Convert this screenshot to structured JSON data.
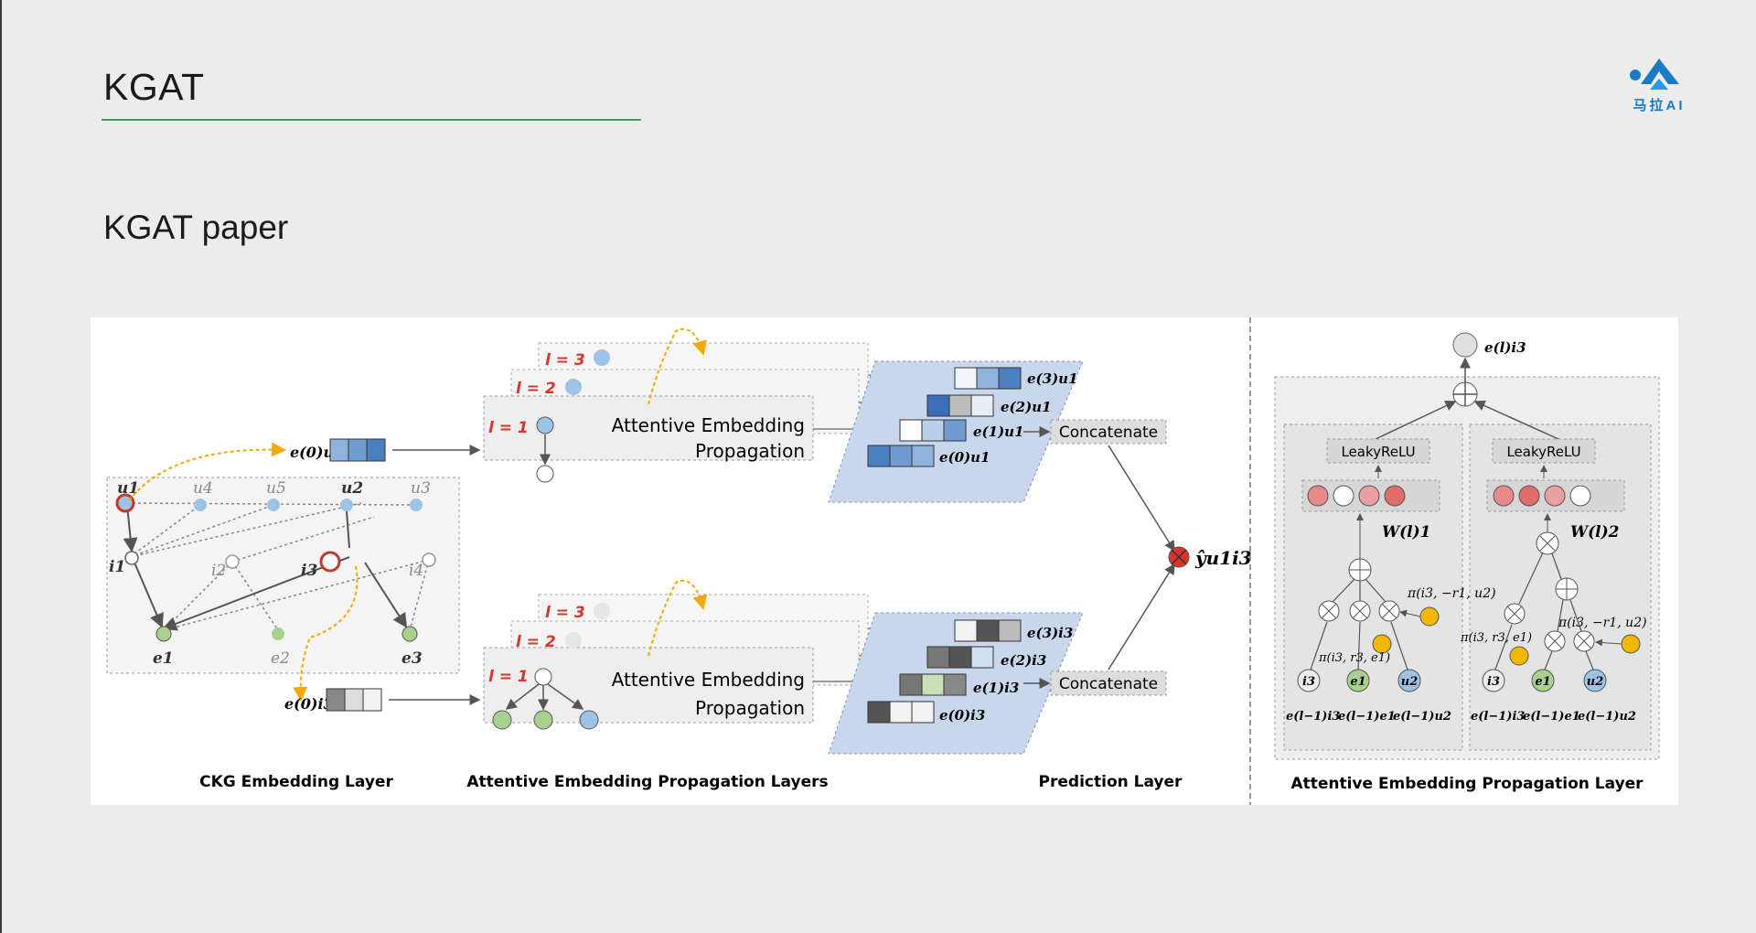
{
  "slide": {
    "title": "KGAT",
    "subtitle": "KGAT paper"
  },
  "logo": {
    "text": "马拉AI",
    "brand_color": "#1a7bc4"
  },
  "figure": {
    "section_labels": {
      "ckg": "CKG Embedding Layer",
      "propagation_layers": "Attentive Embedding Propagation Layers",
      "prediction": "Prediction Layer",
      "propagation_layer_detail": "Attentive Embedding Propagation Layer"
    },
    "graph_nodes": {
      "u1": "u1",
      "u4": "u4",
      "u5": "u5",
      "u2": "u2",
      "u3": "u3",
      "i1": "i1",
      "i2": "i2",
      "i3": "i3",
      "i4": "i4",
      "e1": "e1",
      "e2": "e2",
      "e3": "e3"
    },
    "embeddings": {
      "user0": "e(0)u1",
      "item0": "e(0)i3"
    },
    "propagation_user": {
      "layer1": "l = 1",
      "layer2": "l = 2",
      "layer3": "l = 3",
      "box_line1": "Attentive Embedding",
      "box_line2": "Propagation",
      "outputs": [
        "e(3)u1",
        "e(2)u1",
        "e(1)u1",
        "e(0)u1"
      ]
    },
    "propagation_item": {
      "layer1": "l = 1",
      "layer2": "l = 2",
      "layer3": "l = 3",
      "box_line1": "Attentive Embedding",
      "box_line2": "Propagation",
      "outputs": [
        "e(3)i3",
        "e(2)i3",
        "e(1)i3",
        "e(0)i3"
      ]
    },
    "prediction": {
      "concat_top": "Concatenate",
      "concat_bottom": "Concatenate",
      "output": "ŷu1i3"
    },
    "detail": {
      "top_output": "e(l)i3",
      "activation_left": "LeakyReLU",
      "activation_right": "LeakyReLU",
      "weight_left": "W(l)1",
      "weight_right": "W(l)2",
      "attn_left_1": "π(i3, r3, e1)",
      "attn_left_2": "π(i3, −r1, u2)",
      "attn_right_1": "π(i3, r3, e1)",
      "attn_right_2": "π(i3, −r1, u2)",
      "nodes": [
        "i3",
        "e1",
        "u2"
      ],
      "inputs": [
        "e(l−1)i3",
        "e(l−1)e1",
        "e(l−1)u2"
      ]
    },
    "colors": {
      "user_blue": "#9dc3e6",
      "entity_green": "#a9d18e",
      "attention_orange": "#f2a900",
      "layer_red": "#d9342b",
      "neuron_pink": "#e98a8a"
    }
  }
}
